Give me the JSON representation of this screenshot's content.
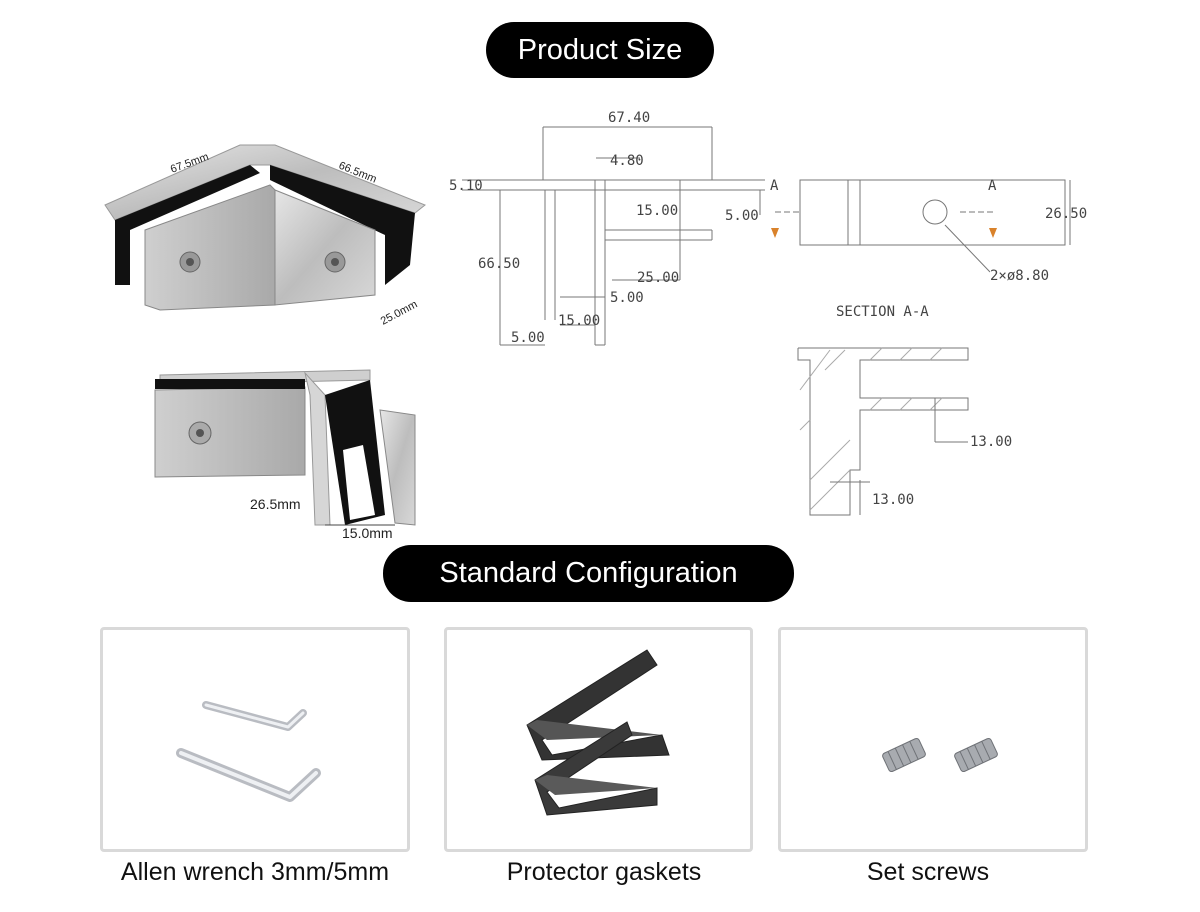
{
  "headings": {
    "product_size": "Product Size",
    "standard_configuration": "Standard Configuration"
  },
  "photo_labels": {
    "top_left": "67.5mm",
    "top_right": "66.5mm",
    "right_depth": "25.0mm",
    "side_height": "26.5mm",
    "side_gap": "15.0mm"
  },
  "drawing": {
    "dim_67_40": "67.40",
    "dim_4_80": "4.80",
    "dim_5_10": "5.10",
    "dim_15_00_top": "15.00",
    "dim_5_00_right": "5.00",
    "dim_66_50": "66.50",
    "dim_25_00": "25.00",
    "dim_5_00_mid": "5.00",
    "dim_15_00_bottom": "15.00",
    "dim_5_00_bottom": "5.00",
    "dim_26_50": "26.50",
    "section_mark_left": "A",
    "section_mark_right": "A",
    "hole_spec": "2×ø8.80",
    "section_title": "SECTION A-A",
    "dim_13_00_right": "13.00",
    "dim_13_00_bottom": "13.00"
  },
  "configuration": {
    "items": [
      {
        "label": "Allen wrench 3mm/5mm",
        "icon": "allen-wrench-icon"
      },
      {
        "label": "Protector gaskets",
        "icon": "gasket-icon"
      },
      {
        "label": "Set screws",
        "icon": "set-screw-icon"
      }
    ]
  }
}
